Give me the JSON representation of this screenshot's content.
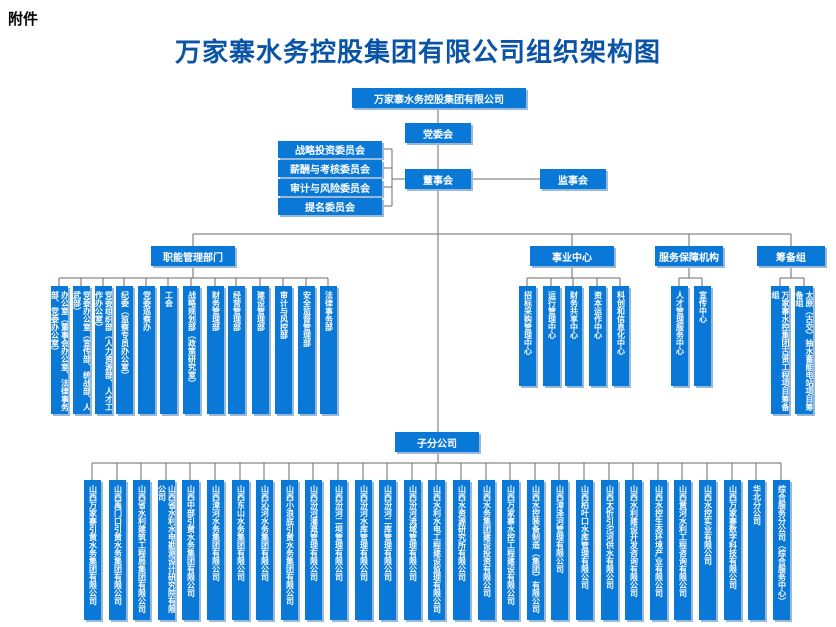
{
  "header": {
    "attachment": "附件"
  },
  "title": "万家寨水务控股集团有限公司组织架构图",
  "root": "万家寨水务控股集团有限公司",
  "party": "党委会",
  "board": "董事会",
  "supervisory": "监事会",
  "committees": [
    "战略投资委员会",
    "薪酬与考核委员会",
    "审计与风险委员会",
    "提名委员会"
  ],
  "groups": {
    "functional": "职能管理部门",
    "business": "事业中心",
    "service": "服务保障机构",
    "prep": "筹备组",
    "subsidiaries": "子分公司"
  },
  "functional_depts": [
    "办公室（董事会办公室、法律事务部、党委办公室）",
    "党委办公室（宣传部、统战部、人武部）",
    "党委组织部（人力资源部、人才工作办公室）",
    "纪委（监察专员办公室）",
    "党委巡察办",
    "工会",
    "战略规划部（政策研究室）",
    "财务管理部",
    "经营管理部",
    "建设管理部",
    "审计与风控部",
    "安全监督管理部",
    "法律事务部"
  ],
  "business_depts": [
    "招标采购管理中心",
    "运行管理中心",
    "财务共享中心",
    "资本运作中心",
    "科创和信息化中心"
  ],
  "service_depts": [
    "人才管理服务中心",
    "宣传中心"
  ],
  "prep_depts": [
    "万家寨水控集团古贤工程项目筹备组",
    "太原（古交）抽水蓄能电站项目筹备组"
  ],
  "subsidiaries": [
    "山西万家寨引黄水务集团有限公司",
    "山西禹门口引黄水务集团有限公司",
    "山西省水利建筑工程局集团有限公司",
    "山西省水利水电勘测设计研究院有限公司",
    "山西中部引黄水务集团有限公司",
    "山西漳河水务集团有限公司",
    "山西东山水务集团有限公司",
    "山西沁河水务集团有限公司",
    "山西小浪底引黄水务集团有限公司",
    "山西汾河灌溉管理有限公司",
    "山西汾河二坝管理有限公司",
    "山西汾河水库管理有限公司",
    "山西汾河二库管理有限公司",
    "山西汾河流域管理有限公司",
    "山西水利水电工程建设监理有限公司",
    "山西水资源研究所有限公司",
    "山西水务集团建设投资有限公司",
    "山西万家寨水控工程建设有限公司",
    "山西水控装备制造（集团）有限公司",
    "山西漳泽河管理有限公司",
    "山西柏叶口水库管理有限公司",
    "山西太忻引沱河供水有限公司",
    "山西水利建设开发咨询有限公司",
    "山西水控生态环境产业有限公司",
    "山西黄河水利工程咨询有限公司",
    "山西水控实业有限公司",
    "山西万家寨数字科技有限公司",
    "华北分公司",
    "综合服务分公司（综合服务中心）"
  ]
}
